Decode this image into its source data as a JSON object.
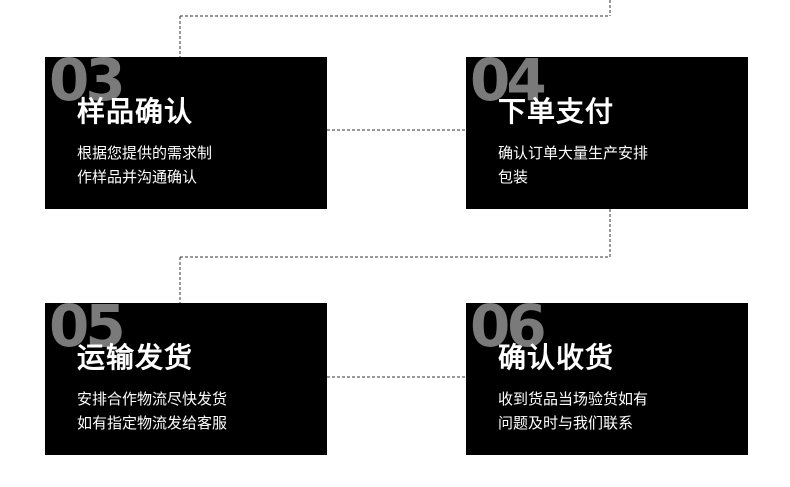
{
  "steps": [
    {
      "number": "03",
      "title": "样品确认",
      "lines": [
        "根据您提供的需求制",
        "作样品并沟通确认"
      ]
    },
    {
      "number": "04",
      "title": "下单支付",
      "lines": [
        "确认订单大量生产安排",
        "包装"
      ]
    },
    {
      "number": "05",
      "title": "运输发货",
      "lines": [
        "安排合作物流尽快发货",
        "如有指定物流发给客服"
      ]
    },
    {
      "number": "06",
      "title": "确认收货",
      "lines": [
        "收到货品当场验货如有",
        "问题及时与我们联系"
      ]
    }
  ],
  "colors": {
    "card_background": "#000000",
    "number": "#7a7a7a",
    "text": "#ffffff",
    "connector": "#333333"
  }
}
